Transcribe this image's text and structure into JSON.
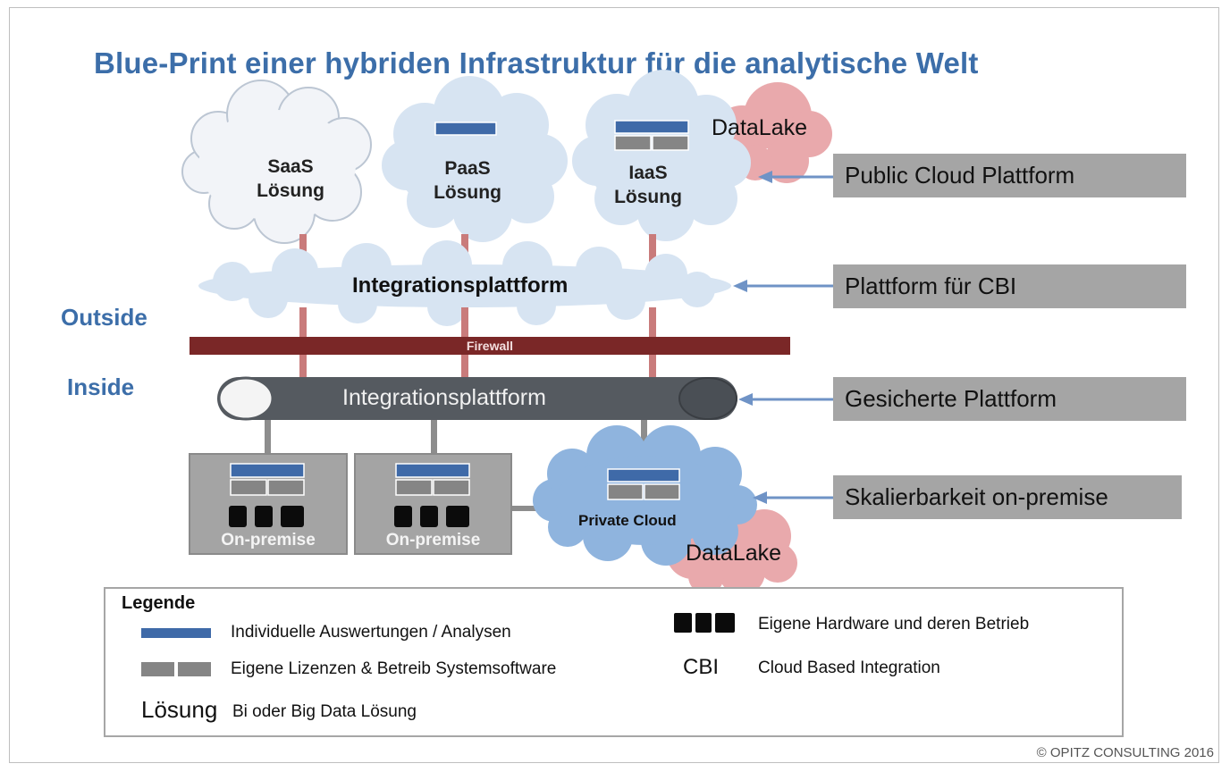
{
  "title": "Blue-Print einer hybriden Infrastruktur für die analytische Welt",
  "clouds": {
    "saas": [
      "SaaS",
      "Lösung"
    ],
    "paas": [
      "PaaS",
      "Lösung"
    ],
    "iaas": [
      "IaaS",
      "Lösung"
    ],
    "datalake_top": "DataLake",
    "integration_outside": "Integrationsplattform",
    "private_cloud": "Private Cloud",
    "datalake_bottom": "DataLake"
  },
  "firewall": "Firewall",
  "integration_inside": "Integrationsplattform",
  "zones": {
    "outside": "Outside",
    "inside": "Inside"
  },
  "onpremise": [
    "On-premise",
    "On-premise"
  ],
  "side_labels": [
    "Public Cloud  Plattform",
    "Plattform für CBI",
    "Gesicherte Plattform",
    "Skalierbarkeit on-premise"
  ],
  "legend": {
    "title": "Legende",
    "items": [
      {
        "text": "Individuelle Auswertungen / Analysen"
      },
      {
        "text": "Eigene Lizenzen  & Betreib Systemsoftware"
      },
      {
        "symbol": "Lösung",
        "text": "Bi oder Big Data Lösung"
      },
      {
        "text": "Eigene Hardware und deren Betrieb"
      },
      {
        "symbol": "CBI",
        "text": "Cloud Based Integration"
      }
    ]
  },
  "copyright": "© OPITZ CONSULTING 2016",
  "colors": {
    "title": "#3c6ea9",
    "cloud_white": "#f2f4f8",
    "cloud_light_blue": "#d5e3f1",
    "cloud_private": "#8fb4de",
    "datalake_pink": "#e9a9ac",
    "firewall": "#7a2727",
    "connector_red": "#c97b7b",
    "platform_dark": "#555a60",
    "side_box": "#a5a5a5",
    "onprem_box": "#a4a4a4",
    "blue_bar": "#3f6aa8",
    "gray_bar": "#858585"
  }
}
